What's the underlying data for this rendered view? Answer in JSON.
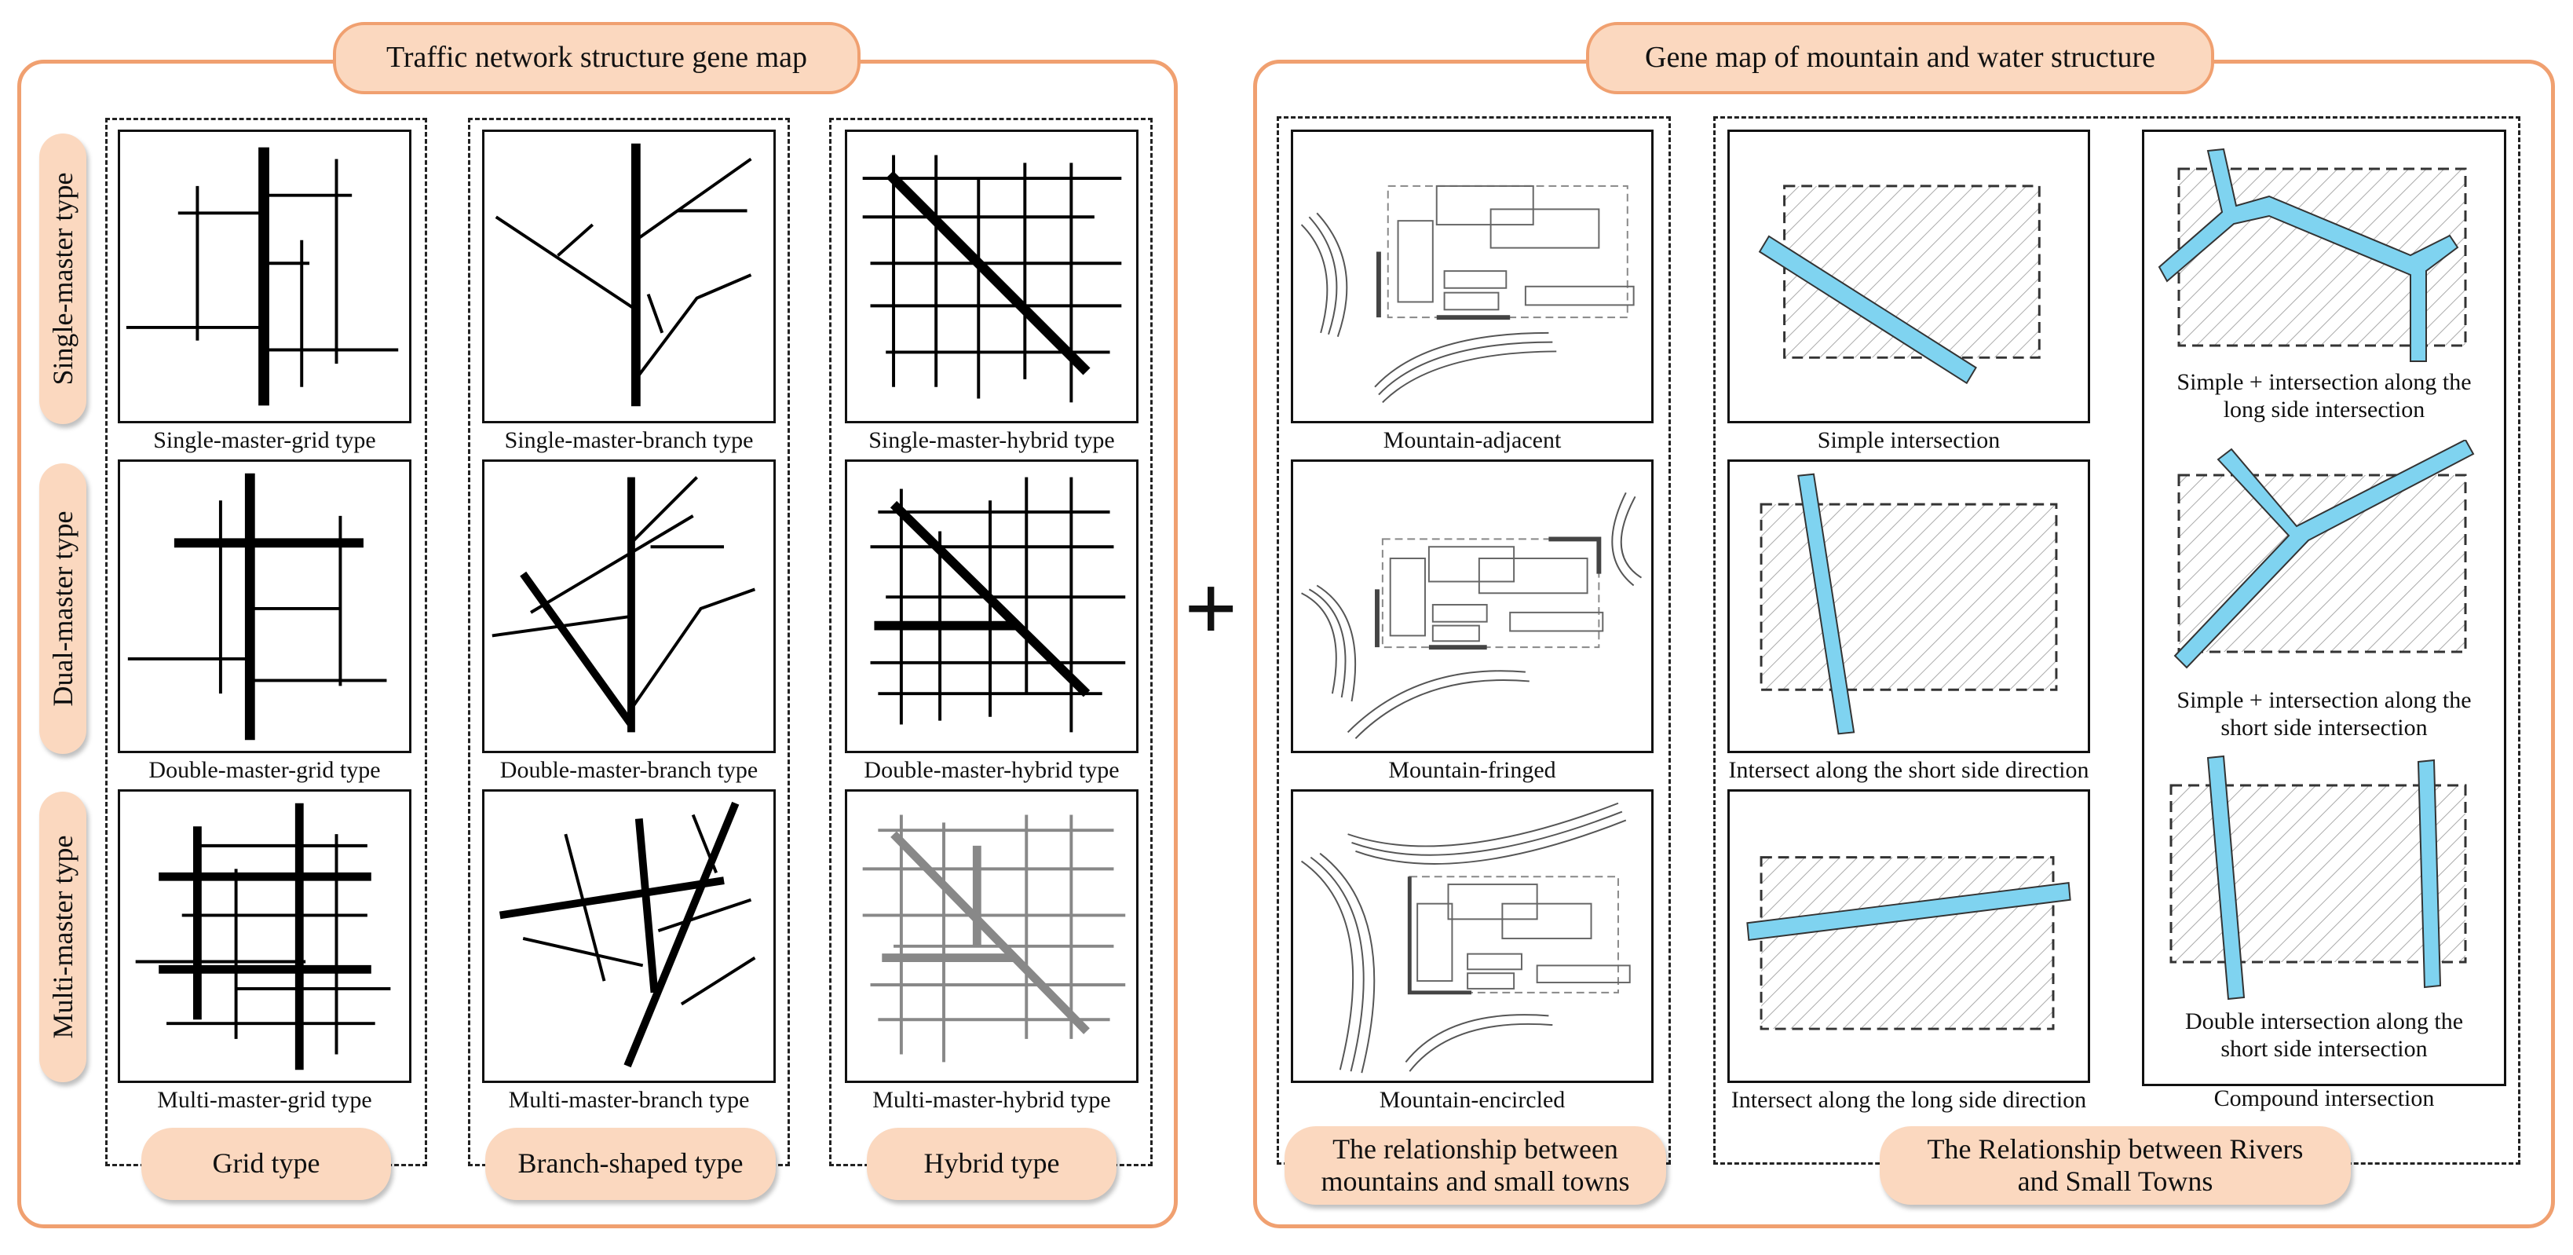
{
  "left_panel": {
    "title": "Traffic network structure gene map",
    "row_labels": [
      "Single-master type",
      "Dual-master type",
      "Multi-master type"
    ],
    "column_labels": [
      "Grid type",
      "Branch-shaped type",
      "Hybrid type"
    ],
    "captions": [
      [
        "Single-master-grid type",
        "Single-master-branch type",
        "Single-master-hybrid type"
      ],
      [
        "Double-master-grid type",
        "Double-master-branch type",
        "Double-master-hybrid type"
      ],
      [
        "Multi-master-grid type",
        "Multi-master-branch type",
        "Multi-master-hybrid type"
      ]
    ]
  },
  "plus_sign": "+",
  "right_panel": {
    "title": "Gene map of mountain and water structure",
    "mountain_captions": [
      "Mountain-adjacent",
      "Mountain-fringed",
      "Mountain-encircled"
    ],
    "mountain_group_label": "The relationship between mountains and small towns",
    "river_captions": [
      "Simple intersection",
      "Intersect along the short side direction",
      "Intersect along the long side direction"
    ],
    "compound_captions": [
      "Simple + intersection along the long side intersection",
      "Simple + intersection along the short side intersection",
      "Double intersection along the short side intersection"
    ],
    "compound_label": "Compound intersection",
    "river_group_label": "The Relationship between Rivers and Small Towns"
  },
  "colors": {
    "accent_border": "#f0a070",
    "pill_fill": "#fbd8bf",
    "river": "#7fd3f0",
    "gray_road": "#888888"
  }
}
